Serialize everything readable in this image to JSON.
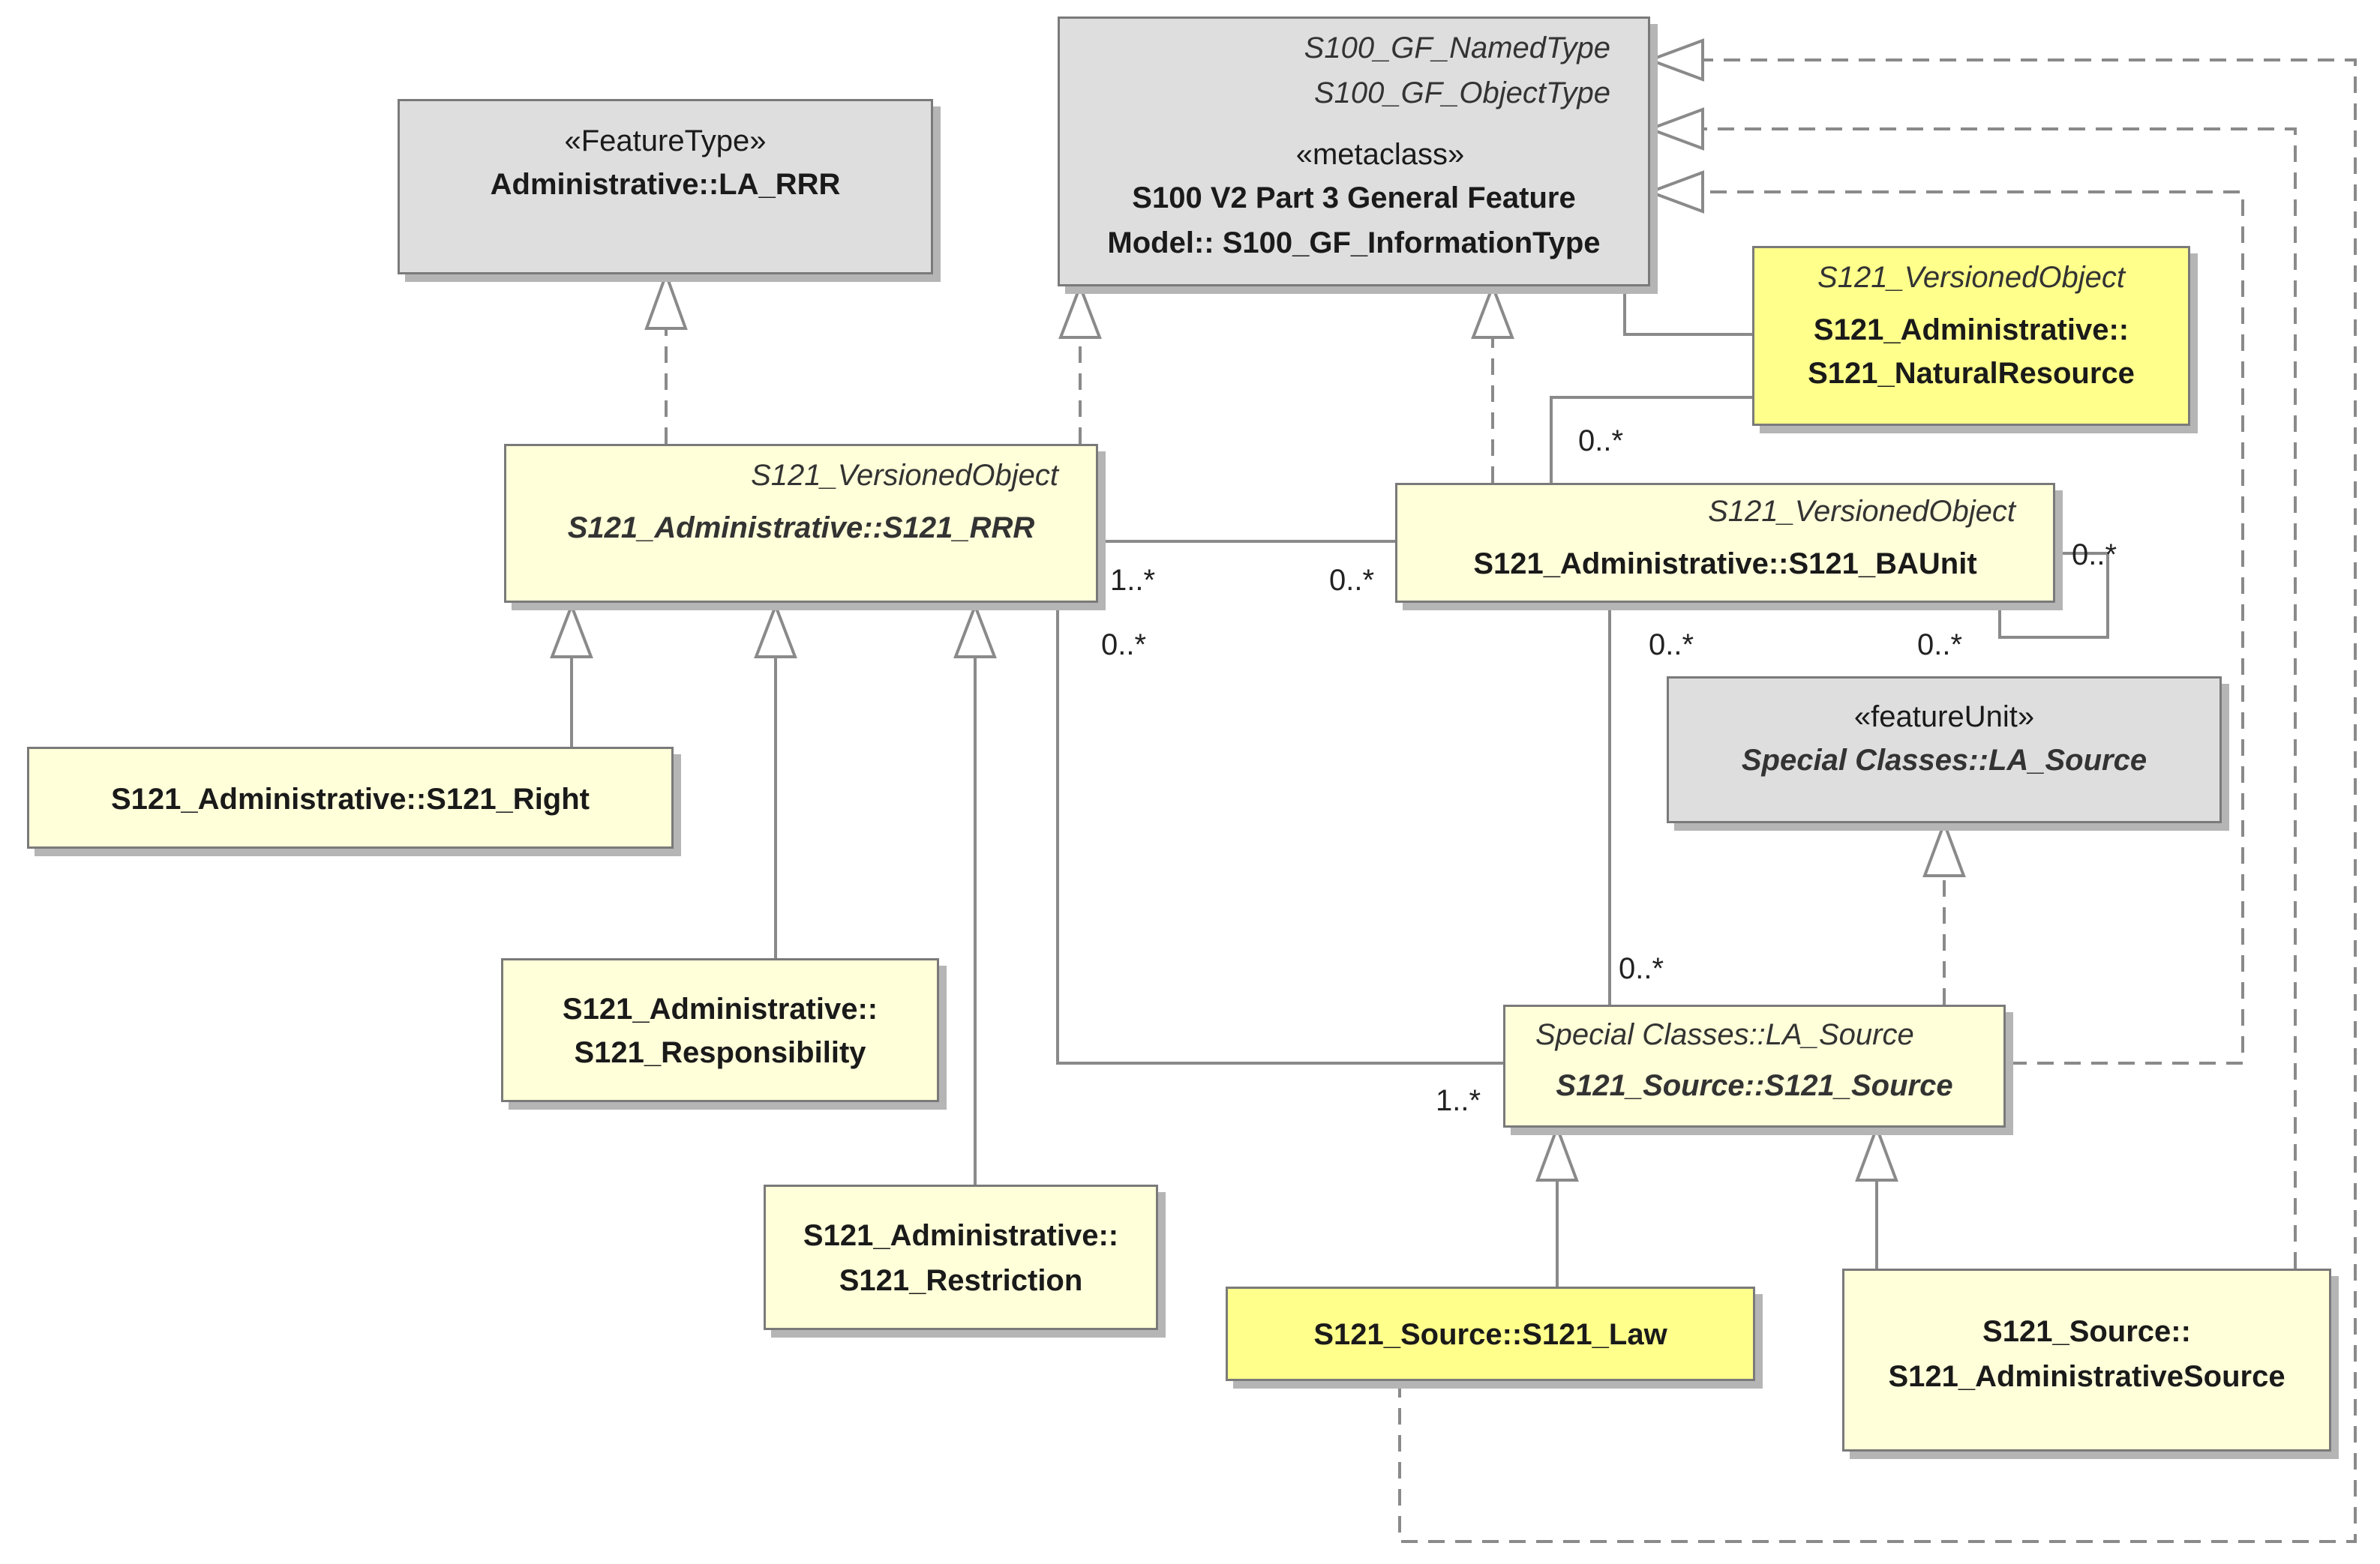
{
  "classes": {
    "la_rrr": {
      "stereotype": "«FeatureType»",
      "name": "Administrative::LA_RRR"
    },
    "s100_info": {
      "parent1": "S100_GF_NamedType",
      "parent2": "S100_GF_ObjectType",
      "stereotype": "«metaclass»",
      "name_line1": "S100 V2 Part 3 General Feature",
      "name_line2": "Model:: S100_GF_InformationType"
    },
    "natural_resource": {
      "parent": "S121_VersionedObject",
      "name_line1": "S121_Administrative::",
      "name_line2": "S121_NaturalResource"
    },
    "rrr": {
      "parent": "S121_VersionedObject",
      "name": "S121_Administrative::S121_RRR"
    },
    "baunit": {
      "parent": "S121_VersionedObject",
      "name": "S121_Administrative::S121_BAUnit"
    },
    "la_source": {
      "stereotype": "«featureUnit»",
      "name": "Special Classes::LA_Source"
    },
    "right": {
      "name": "S121_Administrative::S121_Right"
    },
    "responsibility": {
      "name_line1": "S121_Administrative::",
      "name_line2": "S121_Responsibility"
    },
    "restriction": {
      "name_line1": "S121_Administrative::",
      "name_line2": "S121_Restriction"
    },
    "source": {
      "parent": "Special Classes::LA_Source",
      "name": "S121_Source::S121_Source"
    },
    "law": {
      "name": "S121_Source::S121_Law"
    },
    "admin_source": {
      "name_line1": "S121_Source::",
      "name_line2": "S121_AdministrativeSource"
    }
  },
  "multiplicities": {
    "natres_baunit": "0..*",
    "rrr_baunit_rrr_end": "1..*",
    "rrr_baunit_baunit_end": "0..*",
    "baunit_self_top": "0..*",
    "baunit_self_bottom": "0..*",
    "baunit_source_top": "0..*",
    "rrr_source_rrr_end": "0..*",
    "baunit_source_bottom": "0..*",
    "rrr_source_source_end": "1..*"
  }
}
